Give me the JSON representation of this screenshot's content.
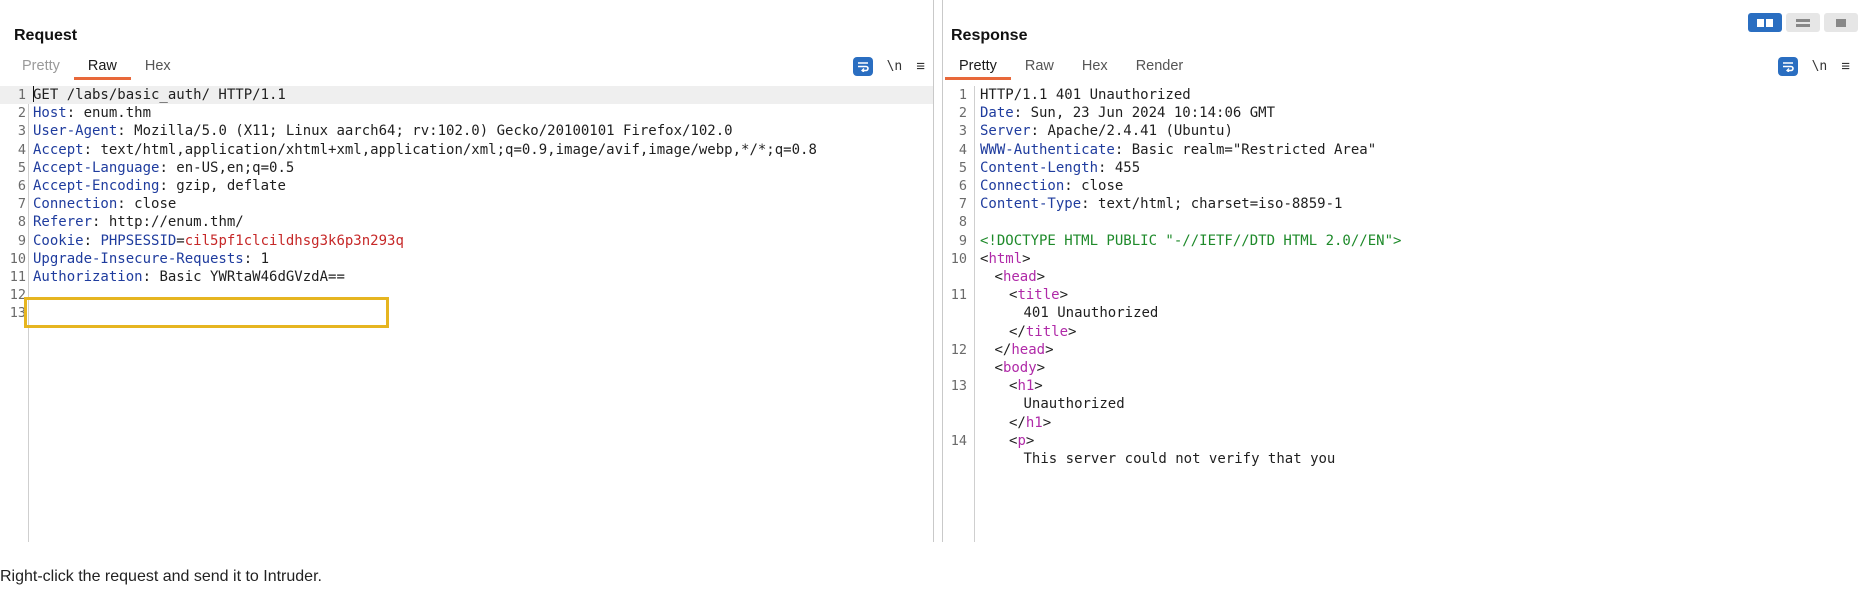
{
  "request": {
    "title": "Request",
    "tabs": [
      {
        "label": "Pretty",
        "state": "dim"
      },
      {
        "label": "Raw",
        "state": "active"
      },
      {
        "label": "Hex",
        "state": "normal"
      }
    ],
    "tools": {
      "newline_label": "\\n",
      "menu_label": "≡"
    },
    "lines": [
      {
        "n": "1",
        "key": "",
        "sep": "",
        "val": "GET /labs/basic_auth/ HTTP/1.1"
      },
      {
        "n": "2",
        "key": "Host",
        "sep": ": ",
        "val": "enum.thm"
      },
      {
        "n": "3",
        "key": "User-Agent",
        "sep": ": ",
        "val": "Mozilla/5.0 (X11; Linux aarch64; rv:102.0) Gecko/20100101 Firefox/102.0"
      },
      {
        "n": "4",
        "key": "Accept",
        "sep": ": ",
        "val": "text/html,application/xhtml+xml,application/xml;q=0.9,image/avif,image/webp,*/*;q=0.8"
      },
      {
        "n": "5",
        "key": "Accept-Language",
        "sep": ": ",
        "val": "en-US,en;q=0.5"
      },
      {
        "n": "6",
        "key": "Accept-Encoding",
        "sep": ": ",
        "val": "gzip, deflate"
      },
      {
        "n": "7",
        "key": "Connection",
        "sep": ": ",
        "val": "close"
      },
      {
        "n": "8",
        "key": "Referer",
        "sep": ": ",
        "val": "http://enum.thm/"
      },
      {
        "n": "9",
        "key": "Cookie",
        "sep": ": ",
        "val": ""
      },
      {
        "n": "10",
        "key": "Upgrade-Insecure-Requests",
        "sep": ": ",
        "val": "1"
      },
      {
        "n": "11",
        "key": "Authorization",
        "sep": ": ",
        "val": "Basic YWRtaW46dGVzdA=="
      },
      {
        "n": "12",
        "key": "",
        "sep": "",
        "val": ""
      },
      {
        "n": "13",
        "key": "",
        "sep": "",
        "val": ""
      }
    ],
    "cookie": {
      "name": "PHPSESSID",
      "eq": "=",
      "value": "cil5pf1clcildhsg3k6p3n293q"
    }
  },
  "response": {
    "title": "Response",
    "tabs": [
      {
        "label": "Pretty",
        "state": "active"
      },
      {
        "label": "Raw",
        "state": "normal"
      },
      {
        "label": "Hex",
        "state": "normal"
      },
      {
        "label": "Render",
        "state": "normal"
      }
    ],
    "tools": {
      "newline_label": "\\n",
      "menu_label": "≡"
    },
    "lines": [
      {
        "n": "1",
        "type": "status",
        "key": "",
        "val": "HTTP/1.1 401 Unauthorized"
      },
      {
        "n": "2",
        "type": "header",
        "key": "Date",
        "val": "Sun, 23 Jun 2024 10:14:06 GMT"
      },
      {
        "n": "3",
        "type": "header",
        "key": "Server",
        "val": "Apache/2.4.41 (Ubuntu)"
      },
      {
        "n": "4",
        "type": "header",
        "key": "WWW-Authenticate",
        "val": "Basic realm=\"Restricted Area\""
      },
      {
        "n": "5",
        "type": "header",
        "key": "Content-Length",
        "val": "455"
      },
      {
        "n": "6",
        "type": "header",
        "key": "Connection",
        "val": "close"
      },
      {
        "n": "7",
        "type": "header",
        "key": "Content-Type",
        "val": "text/html; charset=iso-8859-1"
      },
      {
        "n": "8",
        "type": "blank",
        "key": "",
        "val": ""
      },
      {
        "n": "9",
        "type": "doctype",
        "key": "",
        "val": "<!DOCTYPE HTML PUBLIC \"-//IETF//DTD HTML 2.0//EN\">"
      },
      {
        "n": "10",
        "type": "tag",
        "indent": 0,
        "open": "<",
        "name": "html",
        "close": ">"
      },
      {
        "n": "",
        "type": "tag",
        "indent": 1,
        "open": "<",
        "name": "head",
        "close": ">"
      },
      {
        "n": "11",
        "type": "tag",
        "indent": 2,
        "open": "<",
        "name": "title",
        "close": ">"
      },
      {
        "n": "",
        "type": "text",
        "indent": 3,
        "val": "401 Unauthorized"
      },
      {
        "n": "",
        "type": "tag",
        "indent": 2,
        "open": "</",
        "name": "title",
        "close": ">"
      },
      {
        "n": "12",
        "type": "tag",
        "indent": 1,
        "open": "</",
        "name": "head",
        "close": ">"
      },
      {
        "n": "",
        "type": "tag",
        "indent": 1,
        "open": "<",
        "name": "body",
        "close": ">"
      },
      {
        "n": "13",
        "type": "tag",
        "indent": 2,
        "open": "<",
        "name": "h1",
        "close": ">"
      },
      {
        "n": "",
        "type": "text",
        "indent": 3,
        "val": "Unauthorized"
      },
      {
        "n": "",
        "type": "tag",
        "indent": 2,
        "open": "</",
        "name": "h1",
        "close": ">"
      },
      {
        "n": "14",
        "type": "tag",
        "indent": 2,
        "open": "<",
        "name": "p",
        "close": ">"
      },
      {
        "n": "",
        "type": "text",
        "indent": 3,
        "val": "This server could not verify that you"
      }
    ]
  },
  "footer": {
    "text": "Right-click the request and send it to Intruder."
  },
  "colors": {
    "accent": "#2a6ec1",
    "tab_underline": "#e8683a",
    "highlight": "#e6b520",
    "header_key": "#1f3c9e",
    "cookie_value": "#c62828",
    "doctype": "#1e8a2a",
    "tag": "#b02aa8"
  }
}
